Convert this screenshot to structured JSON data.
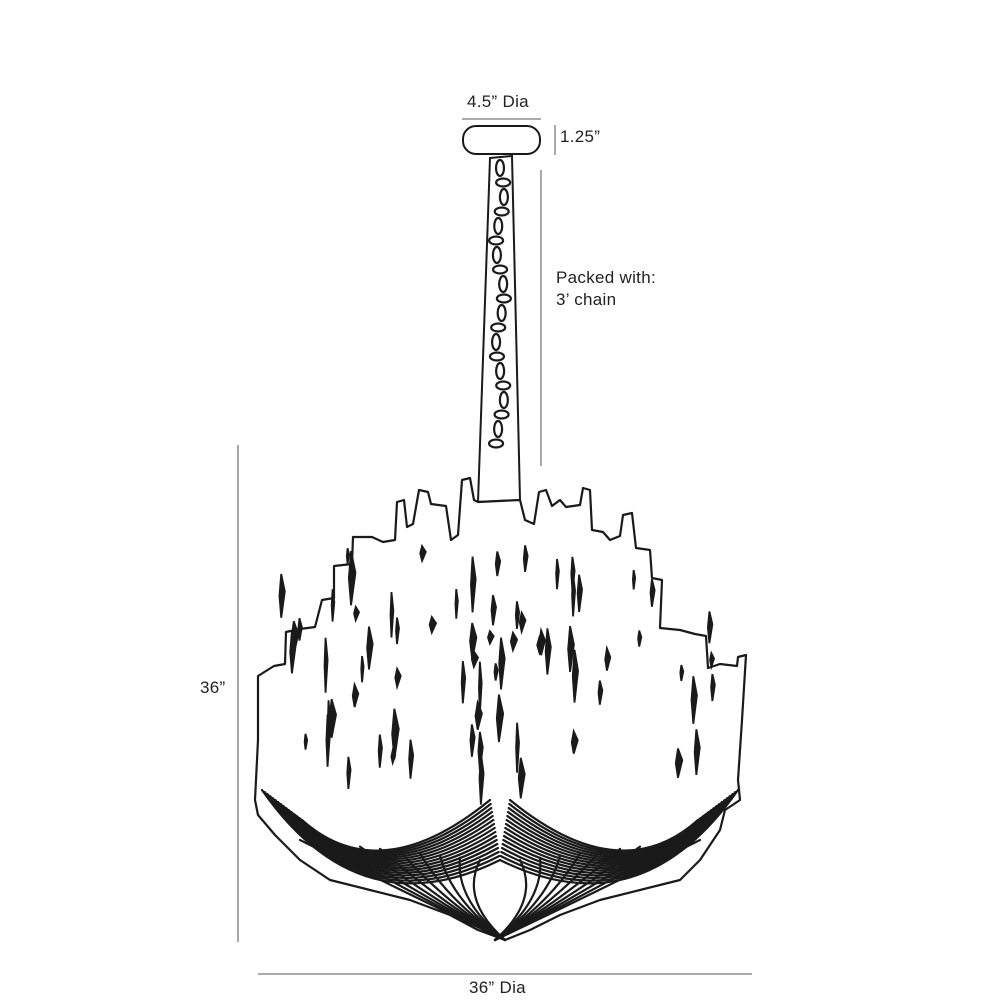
{
  "dimensions": {
    "canopy_diameter": "4.5” Dia",
    "canopy_height": "1.25”",
    "chain_note_line1": "Packed with:",
    "chain_note_line2": "3’ chain",
    "fixture_height": "36”",
    "fixture_diameter": "36” Dia"
  },
  "colors": {
    "line": "#1a1a1a",
    "dimension_line": "#555555"
  }
}
